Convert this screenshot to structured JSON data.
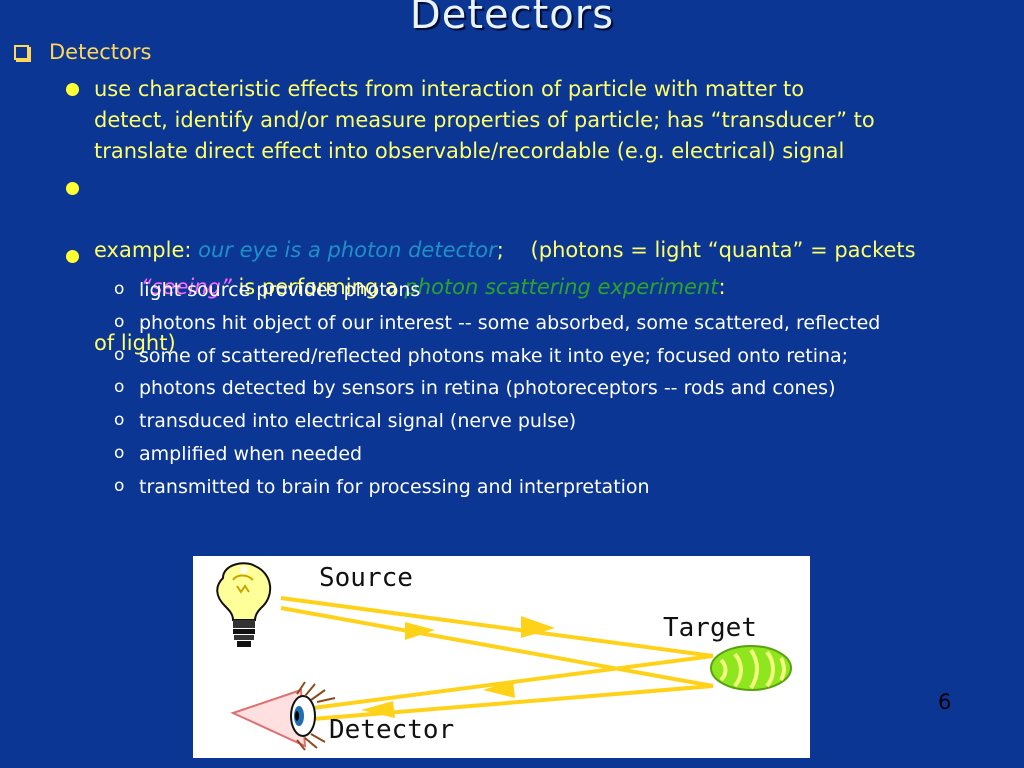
{
  "slide": {
    "title": "Detectors",
    "heading": "Detectors",
    "bullets": {
      "b1": {
        "line1": "use characteristic effects from interaction of particle with matter to",
        "line2": "detect, identify and/or measure properties of particle; has “transducer” to",
        "line3": "translate direct effect into observable/recordable (e.g. electrical) signal"
      },
      "b2": {
        "prefix": "example: ",
        "highlight": "our eye is a photon detector",
        "mid": ";    (photons = light “quanta” = packets",
        "line2": "of light)"
      },
      "b3": {
        "seeing": " “seeing”",
        "mid": " is performing a ",
        "highlight": "photon scattering experiment",
        "end": ":"
      }
    },
    "sub_marker": "o",
    "sub_items": [
      "light source provides photons",
      "photons hit object of our interest -- some absorbed, some scattered, reflected",
      "some of scattered/reflected photons make it into eye; focused onto retina;",
      "photons detected by sensors in retina (photoreceptors -- rods and cones)",
      "transduced into electrical signal (nerve pulse)",
      "amplified when needed",
      "transmitted to brain for processing and interpretation"
    ],
    "page_number": "6"
  },
  "diagram": {
    "label_source": "Source",
    "label_target": "Target",
    "label_detector": "Detector",
    "colors": {
      "beam": "#ffd21a",
      "target": "#8ee61e",
      "bulb": "#ffff99"
    }
  }
}
